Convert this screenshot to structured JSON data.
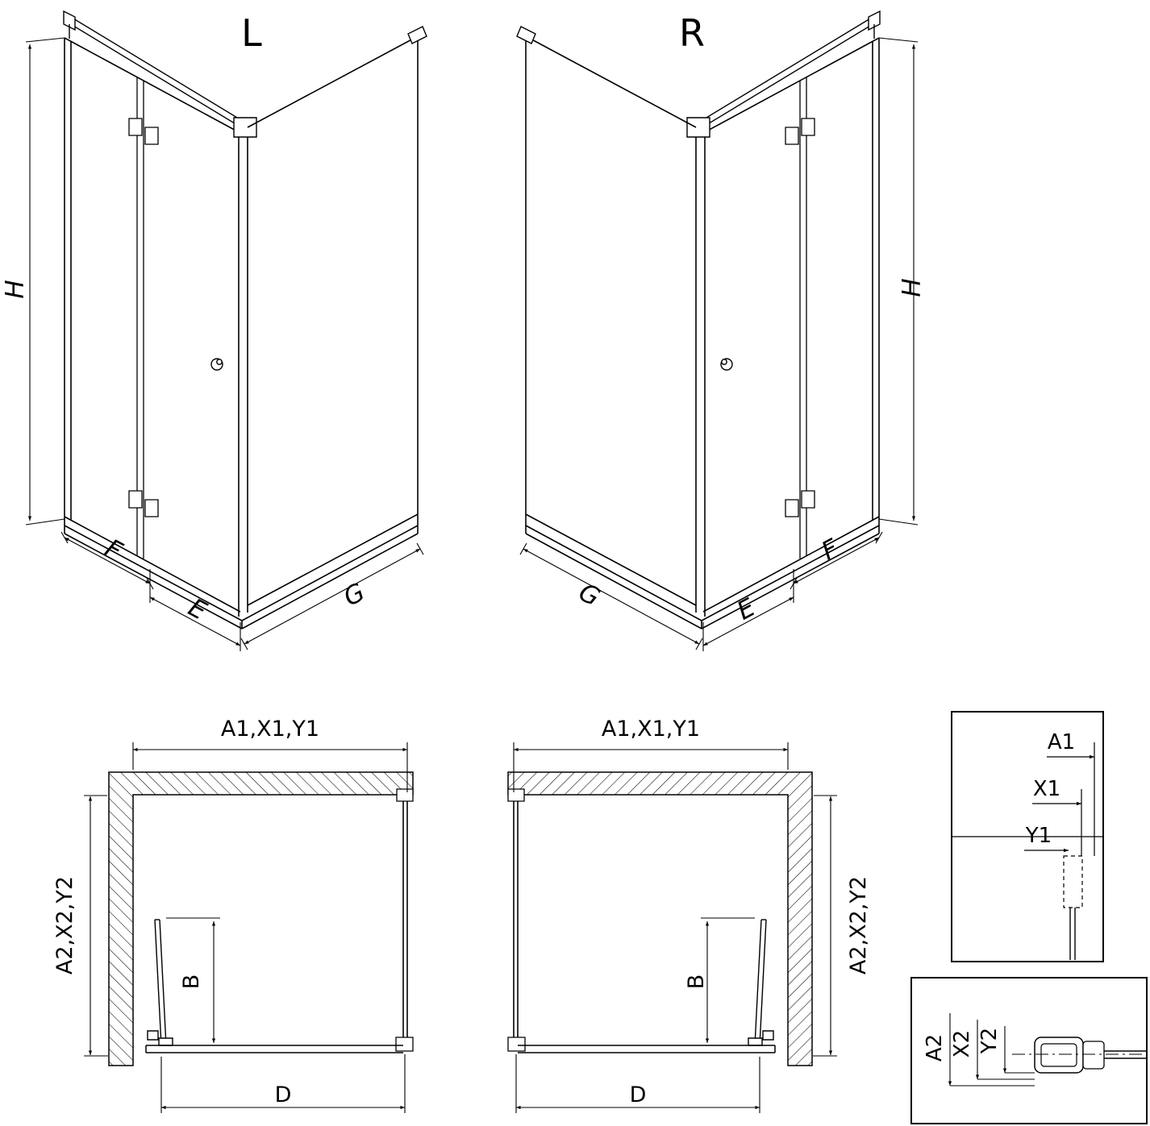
{
  "colors": {
    "ink": "#000000",
    "paper": "#ffffff"
  },
  "iso_left": {
    "title": "L",
    "height": "H",
    "front": "F",
    "door": "E",
    "side": "G"
  },
  "iso_right": {
    "title": "R",
    "height": "H",
    "front": "F",
    "door": "E",
    "side": "G"
  },
  "plan_left": {
    "top": "A1,X1,Y1",
    "side": "A2,X2,Y2",
    "reach": "B",
    "width": "D"
  },
  "plan_right": {
    "top": "A1,X1,Y1",
    "side": "A2,X2,Y2",
    "reach": "B",
    "width": "D"
  },
  "detail_top": {
    "d1": "A1",
    "d2": "X1",
    "d3": "Y1"
  },
  "detail_bottom": {
    "d1": "A2",
    "d2": "X2",
    "d3": "Y2"
  }
}
